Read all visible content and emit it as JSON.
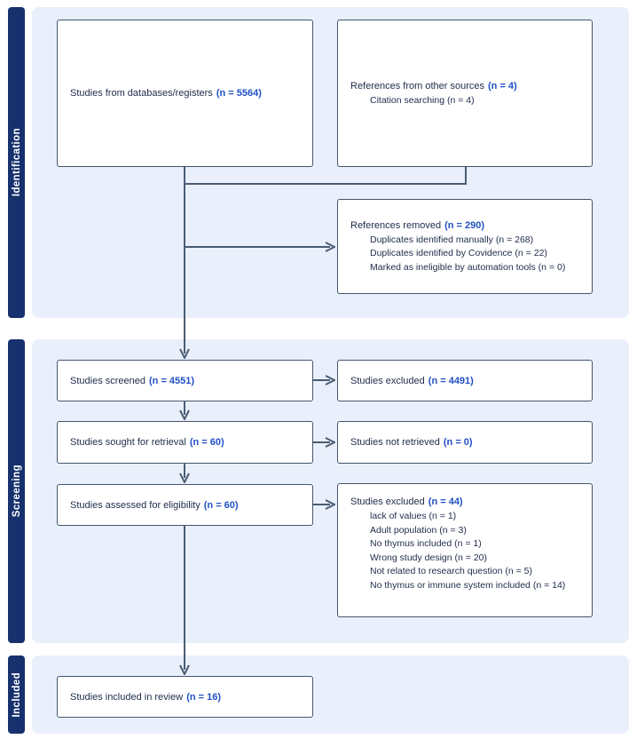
{
  "colors": {
    "sidebar_navy": "#16316d",
    "panel_blue": "#e9effb",
    "box_border": "#44566b",
    "arrow": "#4a5c73",
    "highlight_blue": "#2150c4",
    "text_dark": "#1e2b4a"
  },
  "sidebar": {
    "identification_label": "Identification",
    "screening_label": "Screening",
    "included_label": "Included"
  },
  "boxes": {
    "databases": {
      "label": "Studies from databases/registers",
      "n": "(n = 5564)"
    },
    "other_sources": {
      "label": "References from other sources",
      "n": "(n = 4)",
      "subitems": [
        "Citation searching (n = 4)"
      ]
    },
    "references_removed": {
      "label": "References removed",
      "n": "(n = 290)",
      "subitems": [
        "Duplicates identified manually (n = 268)",
        "Duplicates identified by Covidence (n = 22)",
        "Marked as ineligible by automation tools (n = 0)"
      ]
    },
    "screened": {
      "label": "Studies screened",
      "n": "(n = 4551)"
    },
    "excluded_screening": {
      "label": "Studies excluded",
      "n": "(n = 4491)"
    },
    "sought_retrieval": {
      "label": "Studies sought for retrieval",
      "n": "(n = 60)"
    },
    "not_retrieved": {
      "label": "Studies not retrieved",
      "n": "(n = 0)"
    },
    "assessed_eligibility": {
      "label": "Studies assessed for eligibility",
      "n": "(n = 60)"
    },
    "excluded_eligibility": {
      "label": "Studies excluded",
      "n": "(n = 44)",
      "subitems": [
        "lack of values (n = 1)",
        "Adult population (n = 3)",
        "No thymus included (n = 1)",
        "Wrong study design (n = 20)",
        "Not related to research question (n = 5)",
        "No thymus or immune system included (n = 14)"
      ]
    },
    "included_review": {
      "label": "Studies included in review",
      "n": "(n = 16)"
    }
  }
}
